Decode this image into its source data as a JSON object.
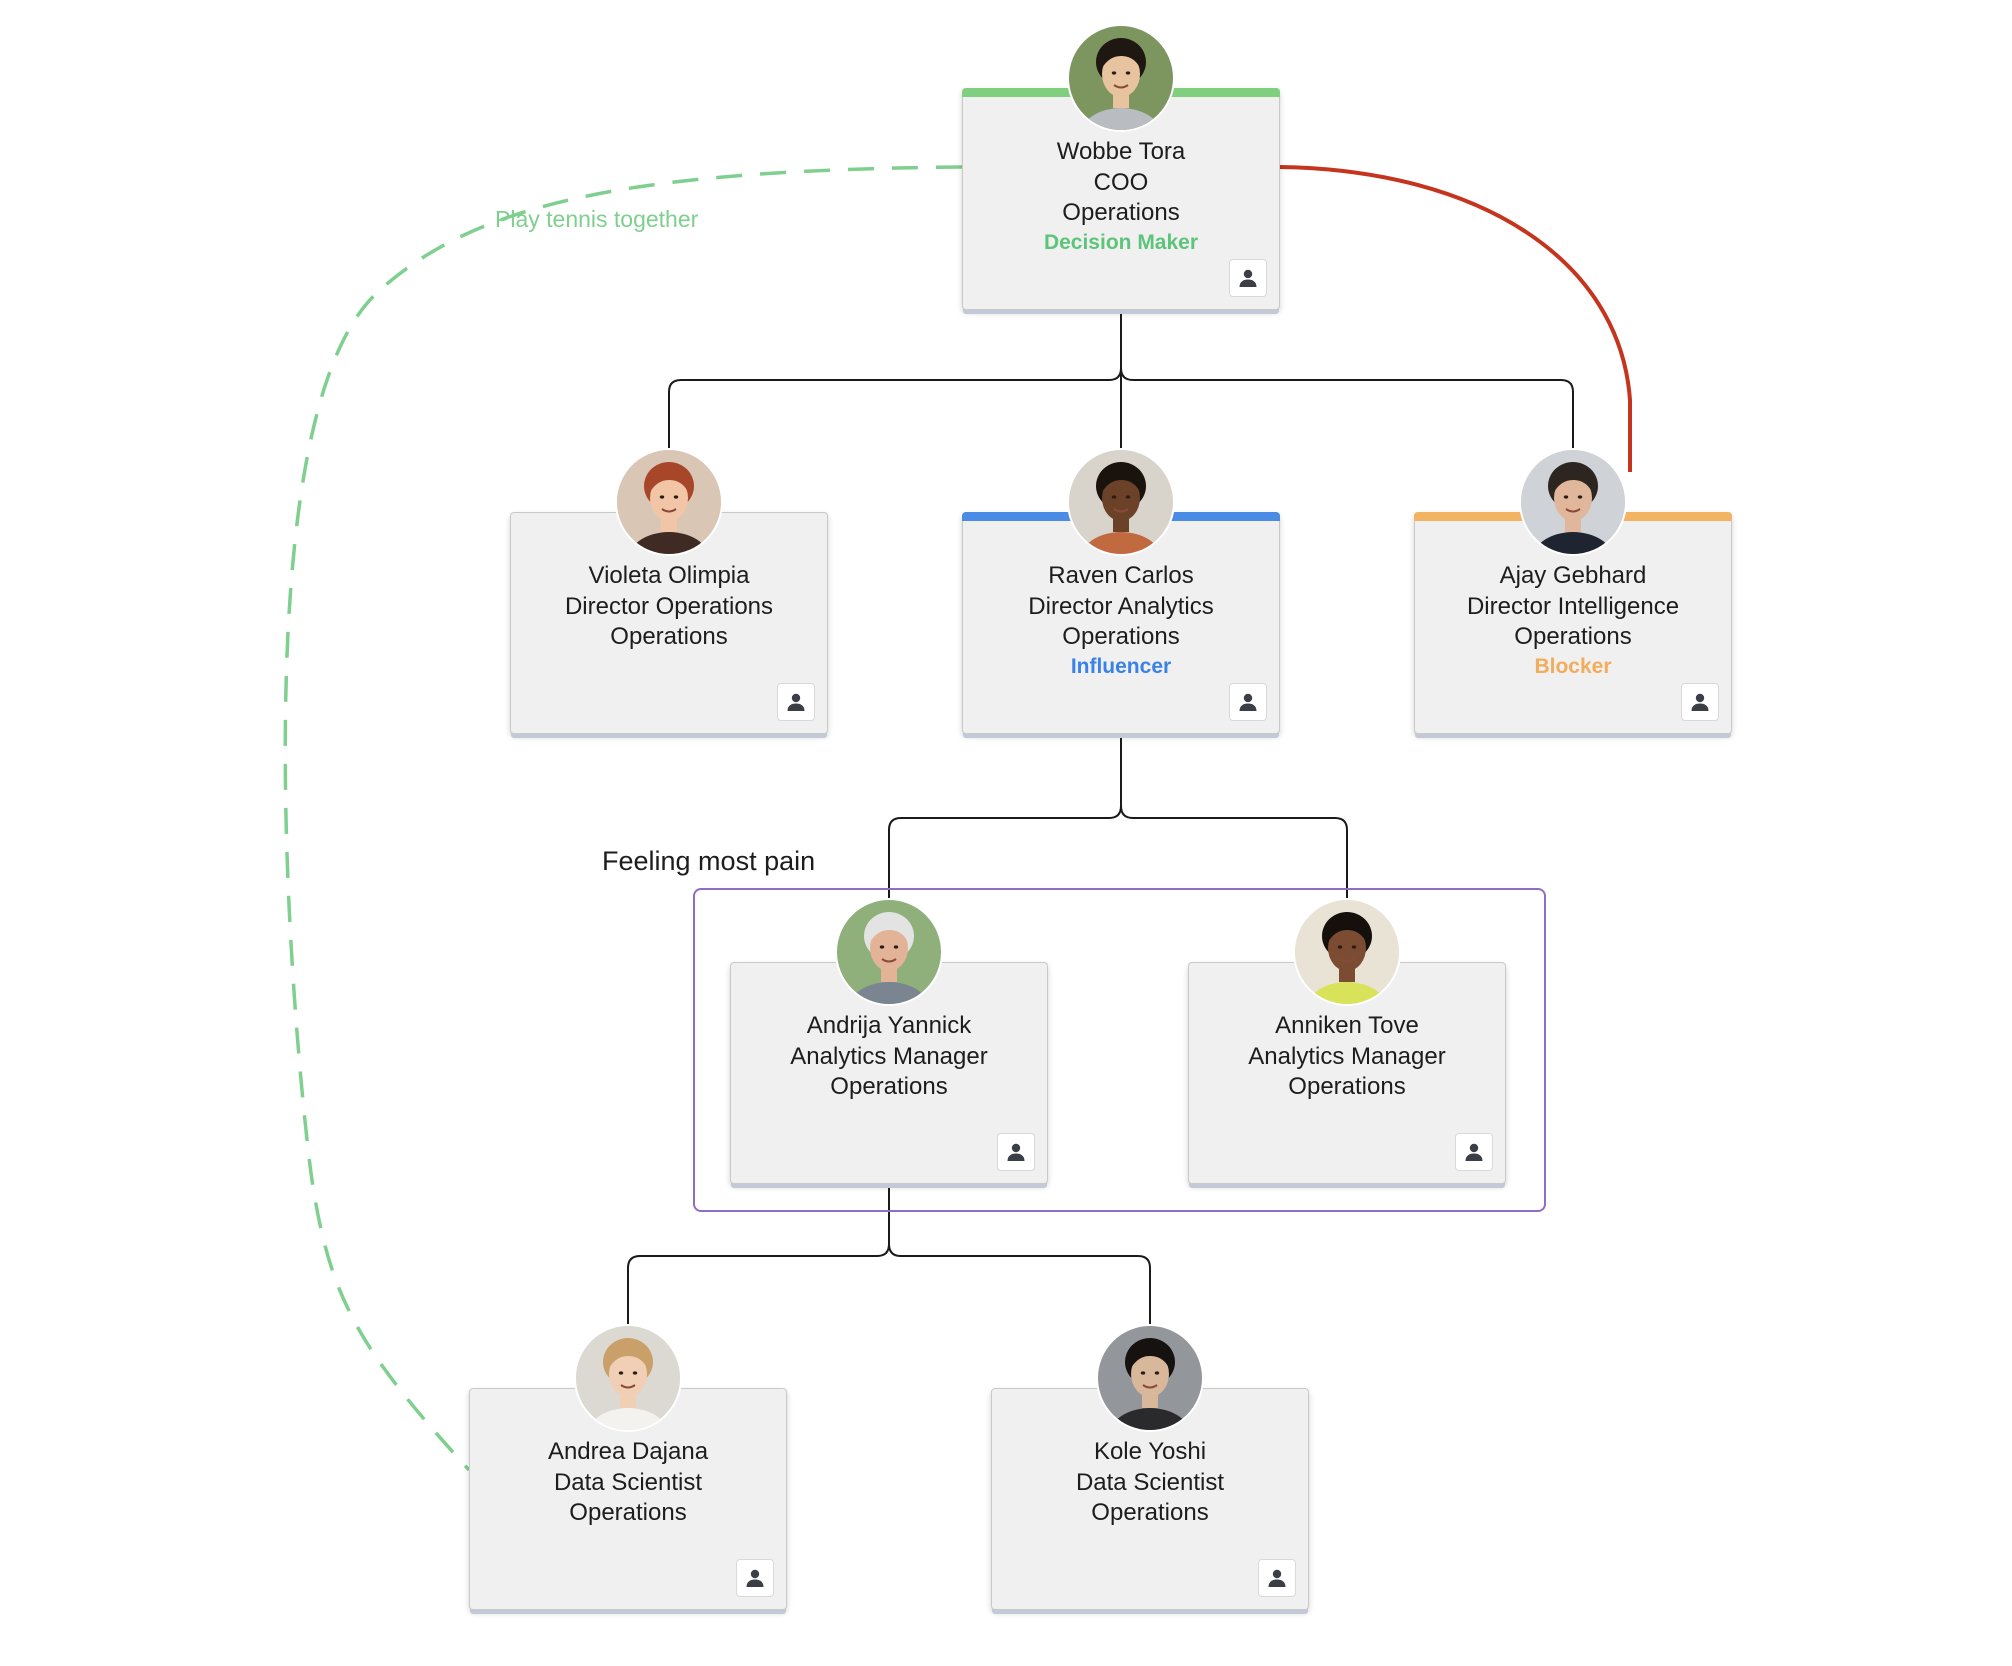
{
  "colors": {
    "decision_maker": "#5ec47a",
    "influencer": "#3b82e6",
    "blocker": "#f2ad5c",
    "group_border": "#8c6fc4",
    "relationship_dashed": "#7fcf8f",
    "relationship_conflict": "#c5341d",
    "connector": "#1a1a1a"
  },
  "people": [
    {
      "id": "wobbe",
      "name": "Wobbe Tora",
      "title": "COO",
      "department": "Operations",
      "tag": "Decision Maker",
      "tag_color": "#5ec47a",
      "accent": "#7fcf7f",
      "avatar": {
        "skin": "#e7c3a0",
        "hair": "#1f1711",
        "shirt": "#b9bcc0",
        "bg": "#7d9660"
      }
    },
    {
      "id": "violeta",
      "name": "Violeta Olimpia",
      "title": "Director Operations",
      "department": "Operations",
      "tag": "",
      "tag_color": "",
      "accent": "",
      "avatar": {
        "skin": "#f2c5a6",
        "hair": "#a8462a",
        "shirt": "#3f2a24",
        "bg": "#d9c6b5"
      }
    },
    {
      "id": "raven",
      "name": "Raven Carlos",
      "title": "Director Analytics",
      "department": "Operations",
      "tag": "Influencer",
      "tag_color": "#3b82e6",
      "accent": "#4a8be6",
      "avatar": {
        "skin": "#6b4128",
        "hair": "#1a120d",
        "shirt": "#c26a3f",
        "bg": "#d8d4cc"
      }
    },
    {
      "id": "ajay",
      "name": "Ajay Gebhard",
      "title": "Director Intelligence",
      "department": "Operations",
      "tag": "Blocker",
      "tag_color": "#f2ad5c",
      "accent": "#f2b463",
      "avatar": {
        "skin": "#e0b79a",
        "hair": "#2c2520",
        "shirt": "#1e2430",
        "bg": "#cfd2d6"
      }
    },
    {
      "id": "andrija",
      "name": "Andrija Yannick",
      "title": "Analytics Manager",
      "department": "Operations",
      "tag": "",
      "tag_color": "",
      "accent": "",
      "avatar": {
        "skin": "#e3b397",
        "hair": "#e3e3e3",
        "shirt": "#7b8591",
        "bg": "#8fb07a"
      }
    },
    {
      "id": "anniken",
      "name": "Anniken Tove",
      "title": "Analytics Manager",
      "department": "Operations",
      "tag": "",
      "tag_color": "",
      "accent": "",
      "avatar": {
        "skin": "#7b4b32",
        "hair": "#15100c",
        "shirt": "#d8e35a",
        "bg": "#e9e3d6"
      }
    },
    {
      "id": "andrea",
      "name": "Andrea Dajana",
      "title": "Data Scientist",
      "department": "Operations",
      "tag": "",
      "tag_color": "",
      "accent": "",
      "avatar": {
        "skin": "#f0cfb5",
        "hair": "#c9a069",
        "shirt": "#f4f2ee",
        "bg": "#dcd9d2"
      }
    },
    {
      "id": "kole",
      "name": "Kole Yoshi",
      "title": "Data Scientist",
      "department": "Operations",
      "tag": "",
      "tag_color": "",
      "accent": "",
      "avatar": {
        "skin": "#d8b79a",
        "hair": "#15120f",
        "shirt": "#2a2a2c",
        "bg": "#93979b"
      }
    }
  ],
  "reporting_lines": [
    {
      "from": "wobbe",
      "to": "violeta"
    },
    {
      "from": "wobbe",
      "to": "raven"
    },
    {
      "from": "wobbe",
      "to": "ajay"
    },
    {
      "from": "raven",
      "to": "andrija"
    },
    {
      "from": "raven",
      "to": "anniken"
    },
    {
      "from": "andrija",
      "to": "andrea"
    },
    {
      "from": "andrija",
      "to": "kole"
    }
  ],
  "relationships": [
    {
      "from": "wobbe",
      "to": "andrea",
      "label": "Play tennis together",
      "style": "dashed",
      "color": "#7fcf8f"
    },
    {
      "from": "wobbe",
      "to": "ajay",
      "label": "",
      "style": "solid",
      "color": "#c5341d"
    }
  ],
  "groups": [
    {
      "label": "Feeling most pain",
      "members": [
        "andrija",
        "anniken"
      ]
    }
  ],
  "icons": {
    "profile_button": "person-icon"
  }
}
